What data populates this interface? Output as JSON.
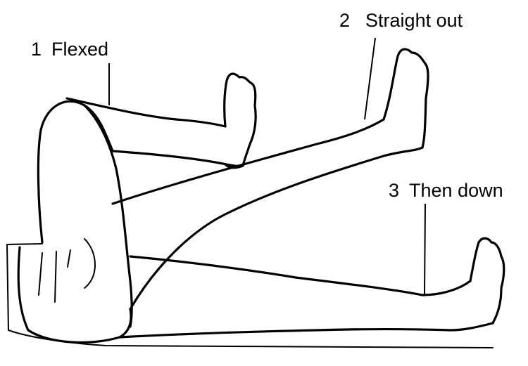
{
  "labels": {
    "step1": {
      "number": "1",
      "text": "Flexed"
    },
    "step2": {
      "number": "2",
      "text": "Straight out"
    },
    "step3": {
      "number": "3",
      "text": "Then down"
    }
  }
}
